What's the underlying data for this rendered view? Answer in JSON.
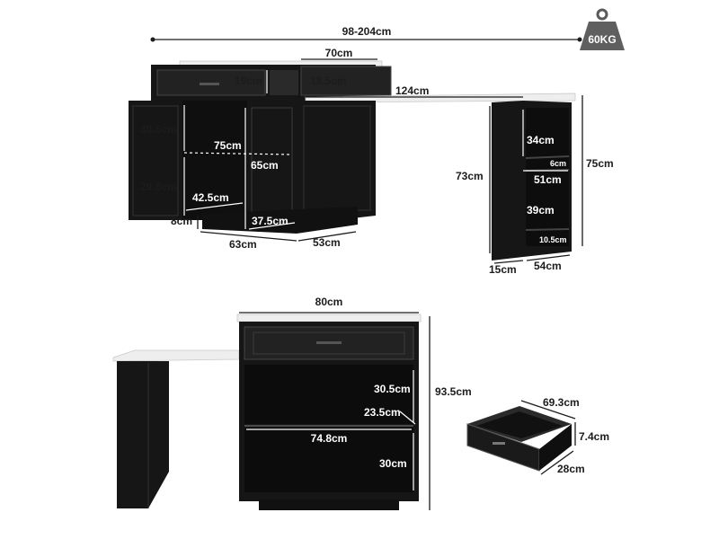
{
  "badge": {
    "weight": "60KG"
  },
  "top_view": {
    "total_width": "98-204cm",
    "drawer_width": "70cm",
    "drawer_height_left": "19cm",
    "drawer_height_right": "18.5cm",
    "extension_width": "124cm",
    "shelf_upper_height": "30.5cm",
    "shelf_depth": "75cm",
    "interior_height": "65cm",
    "shelf_lower_height": "29.8cm",
    "inner_width": "42.5cm",
    "inner_depth": "37.5cm",
    "base_height": "8cm",
    "cabinet_depth": "63cm",
    "cabinet_width": "53cm",
    "leg_upper_shelf": "34cm",
    "leg_gap": "6cm",
    "leg_span": "51cm",
    "leg_lower_shelf": "39cm",
    "leg_base": "10.5cm",
    "leg_height_inner": "73cm",
    "leg_height_outer": "75cm",
    "leg_thickness": "15cm",
    "leg_depth": "54cm"
  },
  "bottom_view": {
    "top_width": "80cm",
    "total_height": "93.5cm",
    "upper_compartment": "30.5cm",
    "shelf_depth": "23.5cm",
    "inner_width": "74.8cm",
    "lower_compartment": "30cm"
  },
  "drawer_detail": {
    "width": "69.3cm",
    "height": "7.4cm",
    "depth": "28cm"
  }
}
